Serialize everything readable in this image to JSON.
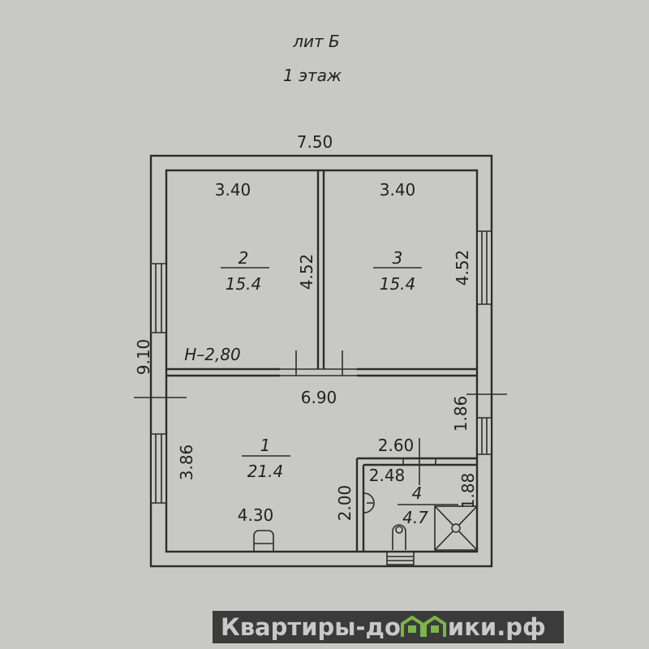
{
  "title": {
    "line1": "лит Б",
    "line2": "1 этаж"
  },
  "dimensions": {
    "overall_width": "7.50",
    "overall_height": "9.10",
    "room2_width": "3.40",
    "room3_width": "3.40",
    "room2_height": "4.52",
    "room3_height": "4.52",
    "ceiling_height": "Н–2,80",
    "room1_width": "6.90",
    "right_segment": "1.86",
    "bath_outer_width": "2.60",
    "room1_height": "3.86",
    "bath_inner_width": "2.48",
    "bath_inner_height": "1.88",
    "bath_outer_height": "2.00",
    "room1_bottom": "4.30"
  },
  "rooms": [
    {
      "number": "1",
      "area": "21.4"
    },
    {
      "number": "2",
      "area": "15.4"
    },
    {
      "number": "3",
      "area": "15.4"
    },
    {
      "number": "4",
      "area": "4.7"
    }
  ],
  "watermark": {
    "before": "Квартиры-до",
    "after": "ики.рф",
    "logo_color": "#7ab648",
    "text_color": "#c9c9c9",
    "bg_color": "#3b3b3b"
  }
}
